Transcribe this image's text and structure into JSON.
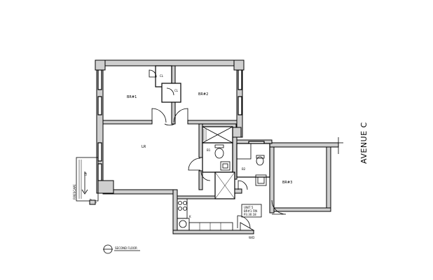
{
  "rooms": {
    "br1": "BR#1",
    "br2": "BR#2",
    "br3": "BR#3",
    "lr": "LR",
    "b1": "B1",
    "b2": "B2",
    "k": "K",
    "cl1": "CL",
    "cl2": "CL",
    "wd": "W/D"
  },
  "street": "AVENUE C",
  "fire_escape": "FIRESCAPE",
  "up": "UP",
  "unit_tag": {
    "line1": "UNIT 5",
    "line2": "BR#1 FIN",
    "line3": "P3.30.18"
  },
  "floor_title": "SECOND FLOOR"
}
